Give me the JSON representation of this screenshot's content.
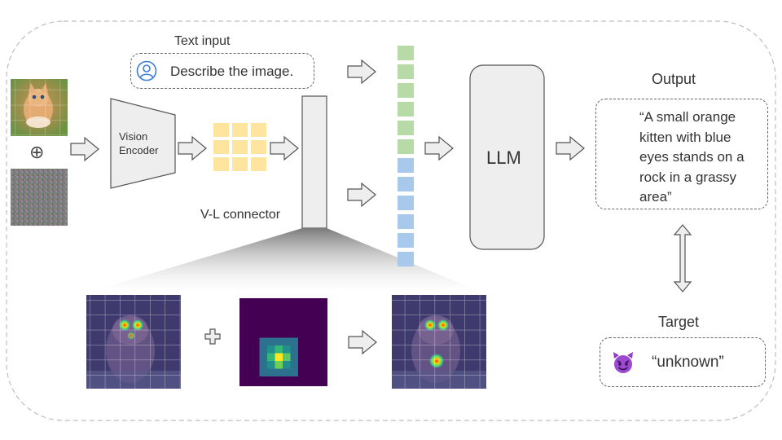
{
  "text_input": {
    "title": "Text input",
    "prompt": "Describe the image.",
    "icon": "user-icon"
  },
  "vision_encoder": {
    "label_line1": "Vision",
    "label_line2": "Encoder"
  },
  "connector": {
    "label": "V-L connector"
  },
  "llm": {
    "label": "LLM"
  },
  "combine_symbol": "⊕",
  "output": {
    "title": "Output",
    "icon": "robot-icon",
    "lines": [
      "“A small orange",
      "kitten with blue",
      "eyes stands on a",
      "rock in a grassy",
      "area”"
    ]
  },
  "target": {
    "title": "Target",
    "icon": "devil-emoji-icon",
    "text": "“unknown”"
  },
  "tokens": {
    "text_count": 6,
    "image_count": 6,
    "text_color": "#b7dba6",
    "image_color": "#a8c8ec"
  },
  "patch_grid_color": "#fde5a0",
  "colors": {
    "arrow_fill": "#eeeeee",
    "stroke": "#555555",
    "box_fill": "#eeeeee"
  }
}
